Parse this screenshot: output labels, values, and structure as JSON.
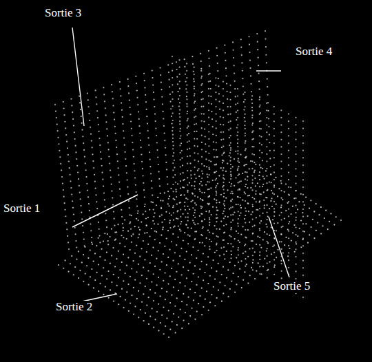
{
  "diagram": {
    "labels": [
      "Sortie 3",
      "Sortie 4",
      "Sortie 1",
      "Sortie 2",
      "Sortie 5"
    ]
  }
}
